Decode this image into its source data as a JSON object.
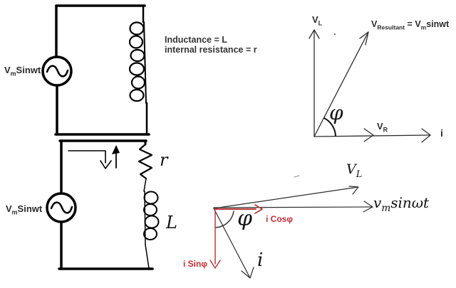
{
  "top_circuit": {
    "source": {
      "base": "V",
      "sub": "m",
      "rest": "Sinwt"
    },
    "note_line1": "Inductance = L",
    "note_line2": "internal resistance = r"
  },
  "top_phasor": {
    "v_l": {
      "base": "V",
      "sub": "L"
    },
    "v_r": {
      "base": "V",
      "sub": "R"
    },
    "current": "i",
    "resultant": {
      "base": "V",
      "sub": "Resultant",
      "mid": " = V",
      "sub2": "m",
      "rest": "sinwt"
    },
    "phi": "φ"
  },
  "bottom_circuit": {
    "source": {
      "base": "V",
      "sub": "m",
      "rest": "Sinwt"
    },
    "resistor": "r",
    "inductor": "L"
  },
  "bottom_phasor": {
    "v_l": {
      "base": "V",
      "sub": "L"
    },
    "v_source": {
      "base": "v",
      "sub": "m",
      "rest": "sinωt"
    },
    "i_cos": "i Cosφ",
    "i_sin": "i Sinφ",
    "current": "i",
    "phi": "φ"
  },
  "colors": {
    "ink": "#000000",
    "phasor_line": "#2e2e2e",
    "red_line": "#b83a3a",
    "red_text": "#cc2a33",
    "note_text": "#333333"
  }
}
